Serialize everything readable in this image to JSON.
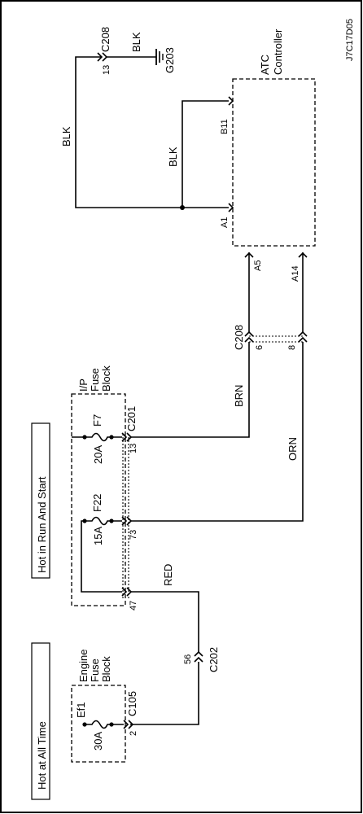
{
  "figure_id": "J7C17D05",
  "power_labels": {
    "always": "Hot at All Time",
    "run_start": "Hot in Run And Start"
  },
  "engine_fuse_block": {
    "title": [
      "Engine",
      "Fuse",
      "Block"
    ],
    "fuse_name": "Ef1",
    "fuse_rating": "30A",
    "connector": "C105",
    "pin": "2"
  },
  "ip_fuse_block": {
    "title": [
      "I/P",
      "Fuse",
      "Block"
    ],
    "fuse_f7": "F7",
    "fuse_f7_rating": "20A",
    "fuse_f22": "F22",
    "fuse_f22_rating": "15A",
    "connector": "C201",
    "pin_13": "13",
    "pin_73": "73",
    "pin_47": "47"
  },
  "c202": {
    "name": "C202",
    "pin": "56"
  },
  "c208_mid": {
    "name": "C208",
    "pin_6": "6",
    "pin_8": "8"
  },
  "c208_top": {
    "name": "C208",
    "pin": "13"
  },
  "ground": {
    "name": "G203",
    "wire": "BLK"
  },
  "wires": {
    "red": "RED",
    "brn": "BRN",
    "orn": "ORN",
    "blk_left": "BLK",
    "blk_inner": "BLK"
  },
  "atc": {
    "title": [
      "ATC",
      "Controller"
    ],
    "pin_a1": "A1",
    "pin_b11": "B11",
    "pin_a5": "A5",
    "pin_a14": "A14"
  }
}
